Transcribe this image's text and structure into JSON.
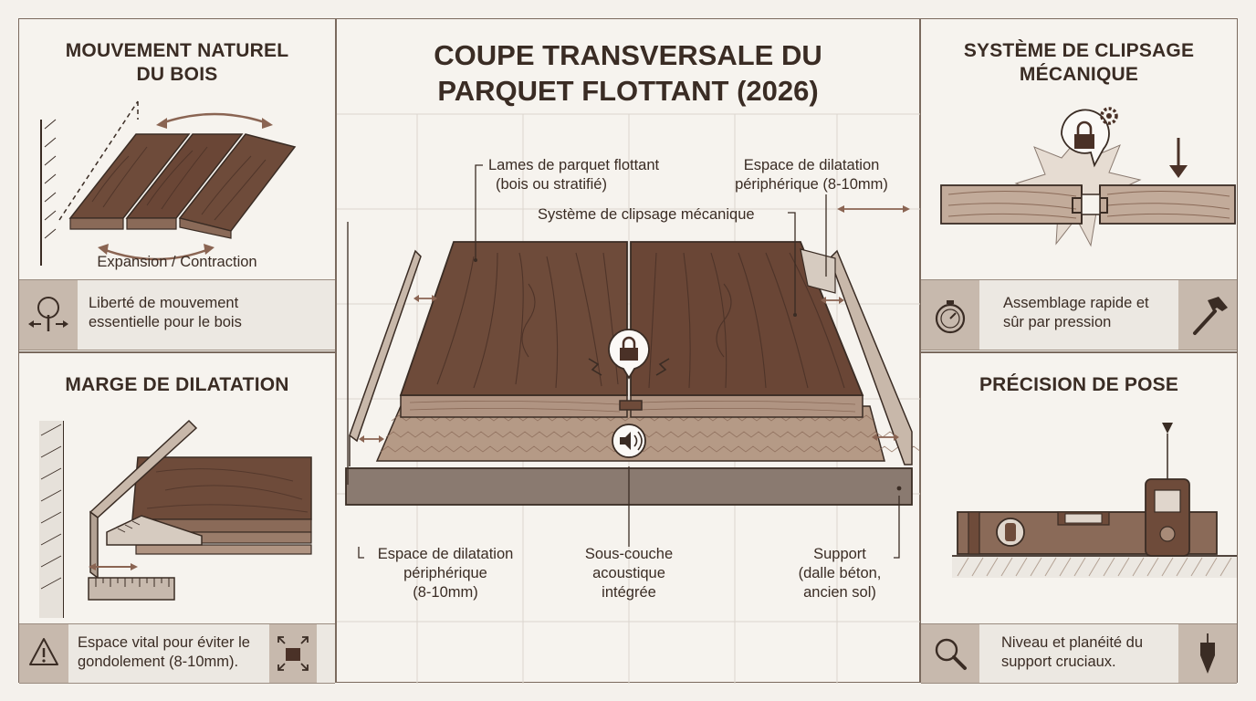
{
  "main": {
    "title_line1": "COUPE TRANSVERSALE DU",
    "title_line2": "PARQUET FLOTTANT (2026)",
    "labels": {
      "planks_l1": "Lames de parquet flottant",
      "planks_l2": "(bois ou stratifié)",
      "gap_top_l1": "Espace de dilatation",
      "gap_top_l2": "périphérique (8-10mm)",
      "clip": "Système de clipsage mécanique",
      "gap_bottom_l1": "Espace de dilatation",
      "gap_bottom_l2": "périphérique",
      "gap_bottom_l3": "(8-10mm)",
      "underlay_l1": "Sous-couche",
      "underlay_l2": "acoustique",
      "underlay_l3": "intégrée",
      "support_l1": "Support",
      "support_l2": "(dalle béton,",
      "support_l3": "ancien sol)"
    }
  },
  "left_top": {
    "title_l1": "MOUVEMENT NATUREL",
    "title_l2": "DU BOIS",
    "caption": "Expansion / Contraction",
    "info_l1": "Liberté de mouvement",
    "info_l2": "essentielle pour le bois",
    "icon": "tree-arrows-icon"
  },
  "left_bottom": {
    "title": "MARGE DE DILATATION",
    "info_l1": "Espace vital pour éviter le",
    "info_l2": "gondolement (8-10mm).",
    "icon_left": "warning-icon",
    "icon_right": "expand-arrows-icon"
  },
  "right_top": {
    "title_l1": "SYSTÈME DE CLIPSAGE",
    "title_l2": "MÉCANIQUE",
    "info_l1": "Assemblage rapide et",
    "info_l2": "sûr par pression",
    "icon_left": "stopwatch-icon",
    "icon_right": "hammer-icon"
  },
  "right_bottom": {
    "title": "PRÉCISION DE POSE",
    "info_l1": "Niveau et planéité du",
    "info_l2": "support cruciaux.",
    "icon_left": "magnifier-icon",
    "icon_right": "plumb-bob-icon"
  },
  "colors": {
    "wood": "#6e4b3a",
    "wood_dark": "#4a3127",
    "wood_light": "#a88b78",
    "underlay": "#b59a86",
    "slab": "#8a7a70",
    "line": "#3a2c24",
    "accent": "#9b6e58"
  }
}
